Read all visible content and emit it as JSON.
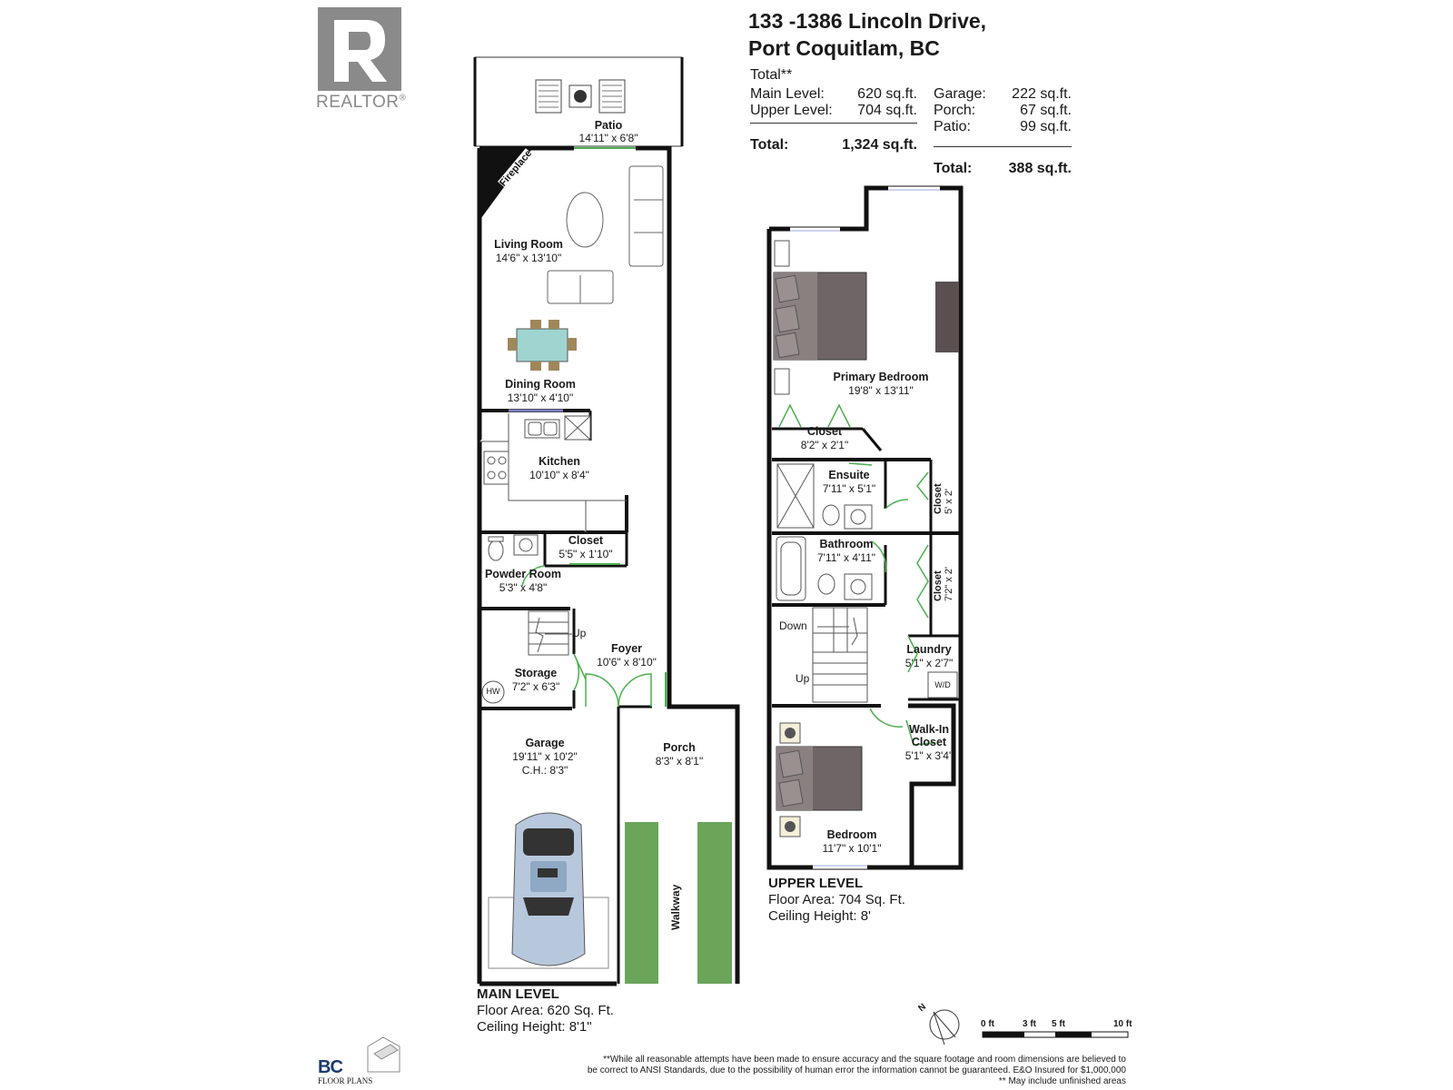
{
  "logo": {
    "text": "REALTOR",
    "mark": "®"
  },
  "header": {
    "address_line1": "133 -1386 Lincoln Drive,",
    "address_line2": "Port Coquitlam, BC"
  },
  "areas": {
    "total_heading": "Total**",
    "main_label": "Main Level:",
    "main_value": "620 sq.ft.",
    "upper_label": "Upper Level:",
    "upper_value": "704 sq.ft.",
    "total_label": "Total:",
    "total_value": "1,324 sq.ft.",
    "garage_label": "Garage:",
    "garage_value": "222 sq.ft.",
    "porch_label": "Porch:",
    "porch_value": "67 sq.ft.",
    "patio_label": "Patio:",
    "patio_value": "99 sq.ft.",
    "unfinished_total_label": "Total:",
    "unfinished_total_value": "388 sq.ft."
  },
  "main_rooms": {
    "patio": {
      "name": "Patio",
      "dim": "14'11\" x 6'8\""
    },
    "fireplace": "Fireplace",
    "living": {
      "name": "Living Room",
      "dim": "14'6\" x 13'10\""
    },
    "dining": {
      "name": "Dining Room",
      "dim": "13'10\" x 4'10\""
    },
    "kitchen": {
      "name": "Kitchen",
      "dim": "10'10\" x 8'4\""
    },
    "closet": {
      "name": "Closet",
      "dim": "5'5\" x 1'10\""
    },
    "powder": {
      "name": "Powder Room",
      "dim": "5'3\" x 4'8\""
    },
    "up": "Up",
    "foyer": {
      "name": "Foyer",
      "dim": "10'6\" x 8'10\""
    },
    "storage": {
      "name": "Storage",
      "dim": "7'2\" x 6'3\""
    },
    "hw": "HW",
    "garage": {
      "name": "Garage",
      "dim": "19'11\" x 10'2\"",
      "ch": "C.H.: 8'3\""
    },
    "porch": {
      "name": "Porch",
      "dim": "8'3\" x 8'1\""
    },
    "walkway": "Walkway"
  },
  "upper_rooms": {
    "primary": {
      "name": "Primary Bedroom",
      "dim": "19'8\" x 13'11\""
    },
    "closet1": {
      "name": "Closet",
      "dim": "8'2\" x 2'1\""
    },
    "ensuite": {
      "name": "Ensuite",
      "dim": "7'11\" x 5'1\""
    },
    "closet2": {
      "name": "Closet",
      "dim": "5' x 2'"
    },
    "bathroom": {
      "name": "Bathroom",
      "dim": "7'11\" x 4'11\""
    },
    "closet3": {
      "name": "Closet",
      "dim": "7'2\" x 2'"
    },
    "down": "Down",
    "up": "Up",
    "laundry": {
      "name": "Laundry",
      "dim": "5'1\" x 2'7\""
    },
    "wd": "W/D",
    "walkin": {
      "name1": "Walk-In",
      "name2": "Closet",
      "dim": "5'1\" x 3'4\""
    },
    "bedroom": {
      "name": "Bedroom",
      "dim": "11'7\" x 10'1\""
    }
  },
  "main_level": {
    "title": "MAIN LEVEL",
    "floor_area": "Floor Area: 620 Sq. Ft.",
    "ceiling": "Ceiling Height: 8'1\""
  },
  "upper_level": {
    "title": "UPPER LEVEL",
    "floor_area": "Floor Area: 704 Sq. Ft.",
    "ceiling": "Ceiling Height: 8'"
  },
  "compass": {
    "label": "N"
  },
  "scale": {
    "t0": "0 ft",
    "t3": "3 ft",
    "t5": "5 ft",
    "t10": "10 ft"
  },
  "disclaimer": {
    "line1": "**While all reasonable attempts have been made to ensure accuracy and the square footage and room dimensions are believed to",
    "line2": "be correct to ANSI Standards, due to the possibility of human error the information cannot be guaranteed. E&O Insured for $1,000,000",
    "line3": "** May include unfinished areas"
  },
  "brand": {
    "bc": "BC",
    "floor_plans": "FLOOR PLANS"
  },
  "colors": {
    "wall": "#111111",
    "grass": "#6aa55a",
    "door": "#4caf50",
    "logo": "#8a8a8a"
  }
}
